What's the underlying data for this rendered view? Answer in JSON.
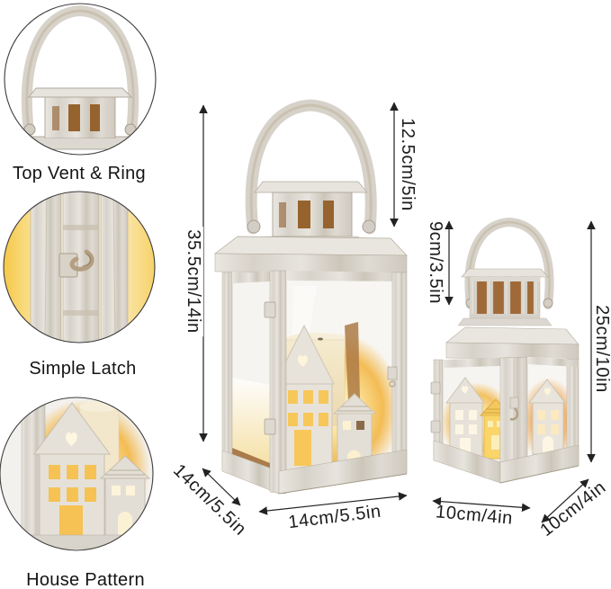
{
  "title": "Lantern size and feature diagram",
  "features": {
    "items": [
      {
        "label": "Top Vent & Ring"
      },
      {
        "label": "Simple Latch"
      },
      {
        "label": "House Pattern"
      }
    ]
  },
  "dimensions": {
    "large_lantern": {
      "total_height": "35.5cm/14in",
      "handle_height": "12.5cm/5in",
      "width": "14cm/5.5in",
      "depth": "14cm/5.5in"
    },
    "small_lantern": {
      "handle_height": "9cm/3.5in",
      "total_height": "25cm/10in",
      "width": "10cm/4in",
      "depth": "10cm/4in"
    }
  },
  "colors": {
    "background": "#ffffff",
    "annotation": "#1c1c1c",
    "whitewash_wood": "#d9d5cd",
    "candle_glow": "#f3bc55",
    "interior_wood": "#a06a38"
  }
}
